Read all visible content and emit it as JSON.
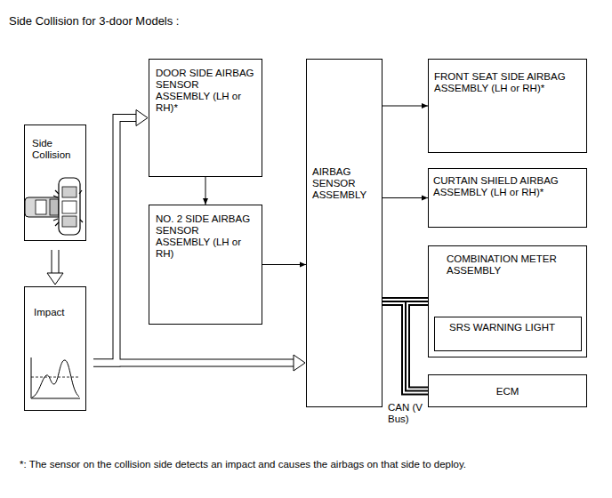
{
  "diagram": {
    "title": "Side Collision for 3-door Models :",
    "nodes": [
      {
        "text": [
          "Side Collision"
        ]
      },
      {
        "text": [
          "Impact"
        ]
      },
      {
        "text": [
          "DOOR SIDE AIRBAG SENSOR ASSEMBLY (LH or RH)*"
        ]
      },
      {
        "text": [
          "NO. 2 SIDE AIRBAG SENSOR ASSEMBLY (LH or RH)"
        ]
      },
      {
        "text": [
          "AIRBAG SENSOR ASSEMBLY"
        ]
      },
      {
        "text": [
          "FRONT SEAT SIDE AIRBAG ASSEMBLY (LH or RH)*"
        ]
      },
      {
        "text": [
          "CURTAIN SHIELD AIRBAG ASSEMBLY (LH or RH)*"
        ]
      },
      {
        "text": [
          "COMBINATION METER ASSEMBLY"
        ]
      },
      {
        "text": [
          "SRS WARNING LIGHT"
        ],
        "in": 7
      },
      {
        "text": [
          "ECM"
        ]
      }
    ],
    "edges": [
      {
        "from": 0,
        "to": 1,
        "arrow": "to"
      },
      {
        "from": 1,
        "to": 2,
        "arrow": "to"
      },
      {
        "from": 1,
        "to": 4,
        "arrow": "to"
      },
      {
        "from": 2,
        "to": 3,
        "arrow": "to"
      },
      {
        "from": 3,
        "to": 4,
        "arrow": "to"
      },
      {
        "from": 4,
        "to": 5,
        "arrow": "to"
      },
      {
        "from": 4,
        "to": 6,
        "arrow": "to"
      },
      {
        "from": 4,
        "to": 7,
        "arrow": "none"
      },
      {
        "from": 4,
        "to": 9,
        "arrow": "none"
      }
    ],
    "labels": [
      "CAN (V Bus)",
      "*: The sensor on the collision side detects an impact and causes the airbags on that side to deploy."
    ]
  }
}
